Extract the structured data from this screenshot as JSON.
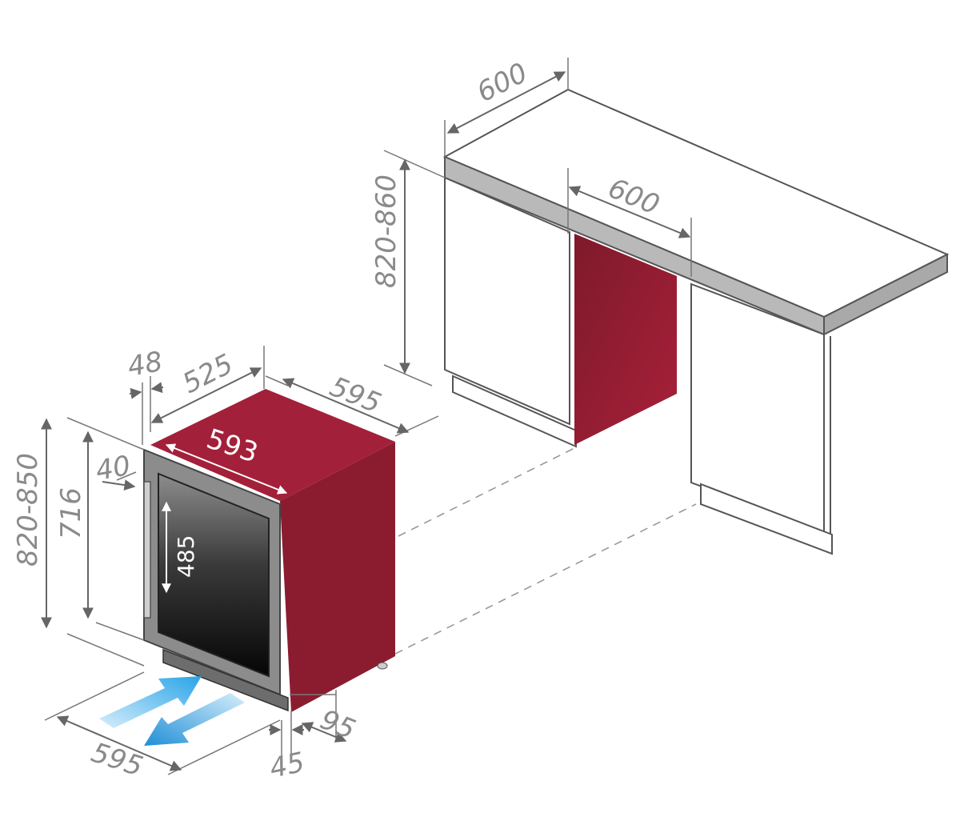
{
  "dimensions": {
    "counter_depth": "600",
    "niche_width": "600",
    "niche_height": "820-860",
    "door_offset": "48",
    "body_depth": "525",
    "total_depth": "595",
    "front_width": "593",
    "top_gap": "40",
    "appliance_height": "820-850",
    "door_height": "716",
    "glass_height": "485",
    "base_width": "595",
    "plinth_depth": "95",
    "plinth_offset": "45"
  },
  "colors": {
    "cabinet_body": "#9b1f33",
    "cabinet_shade": "#7e1a2b",
    "door_frame": "#8c8c8c",
    "glass": "#1a1a1a",
    "countertop_edge": "#b9b9b9",
    "airflow_arrow": "#2aa4e8"
  },
  "icons": {
    "airflow_in": "arrow-up-right-icon",
    "airflow_out": "arrow-down-left-icon"
  }
}
